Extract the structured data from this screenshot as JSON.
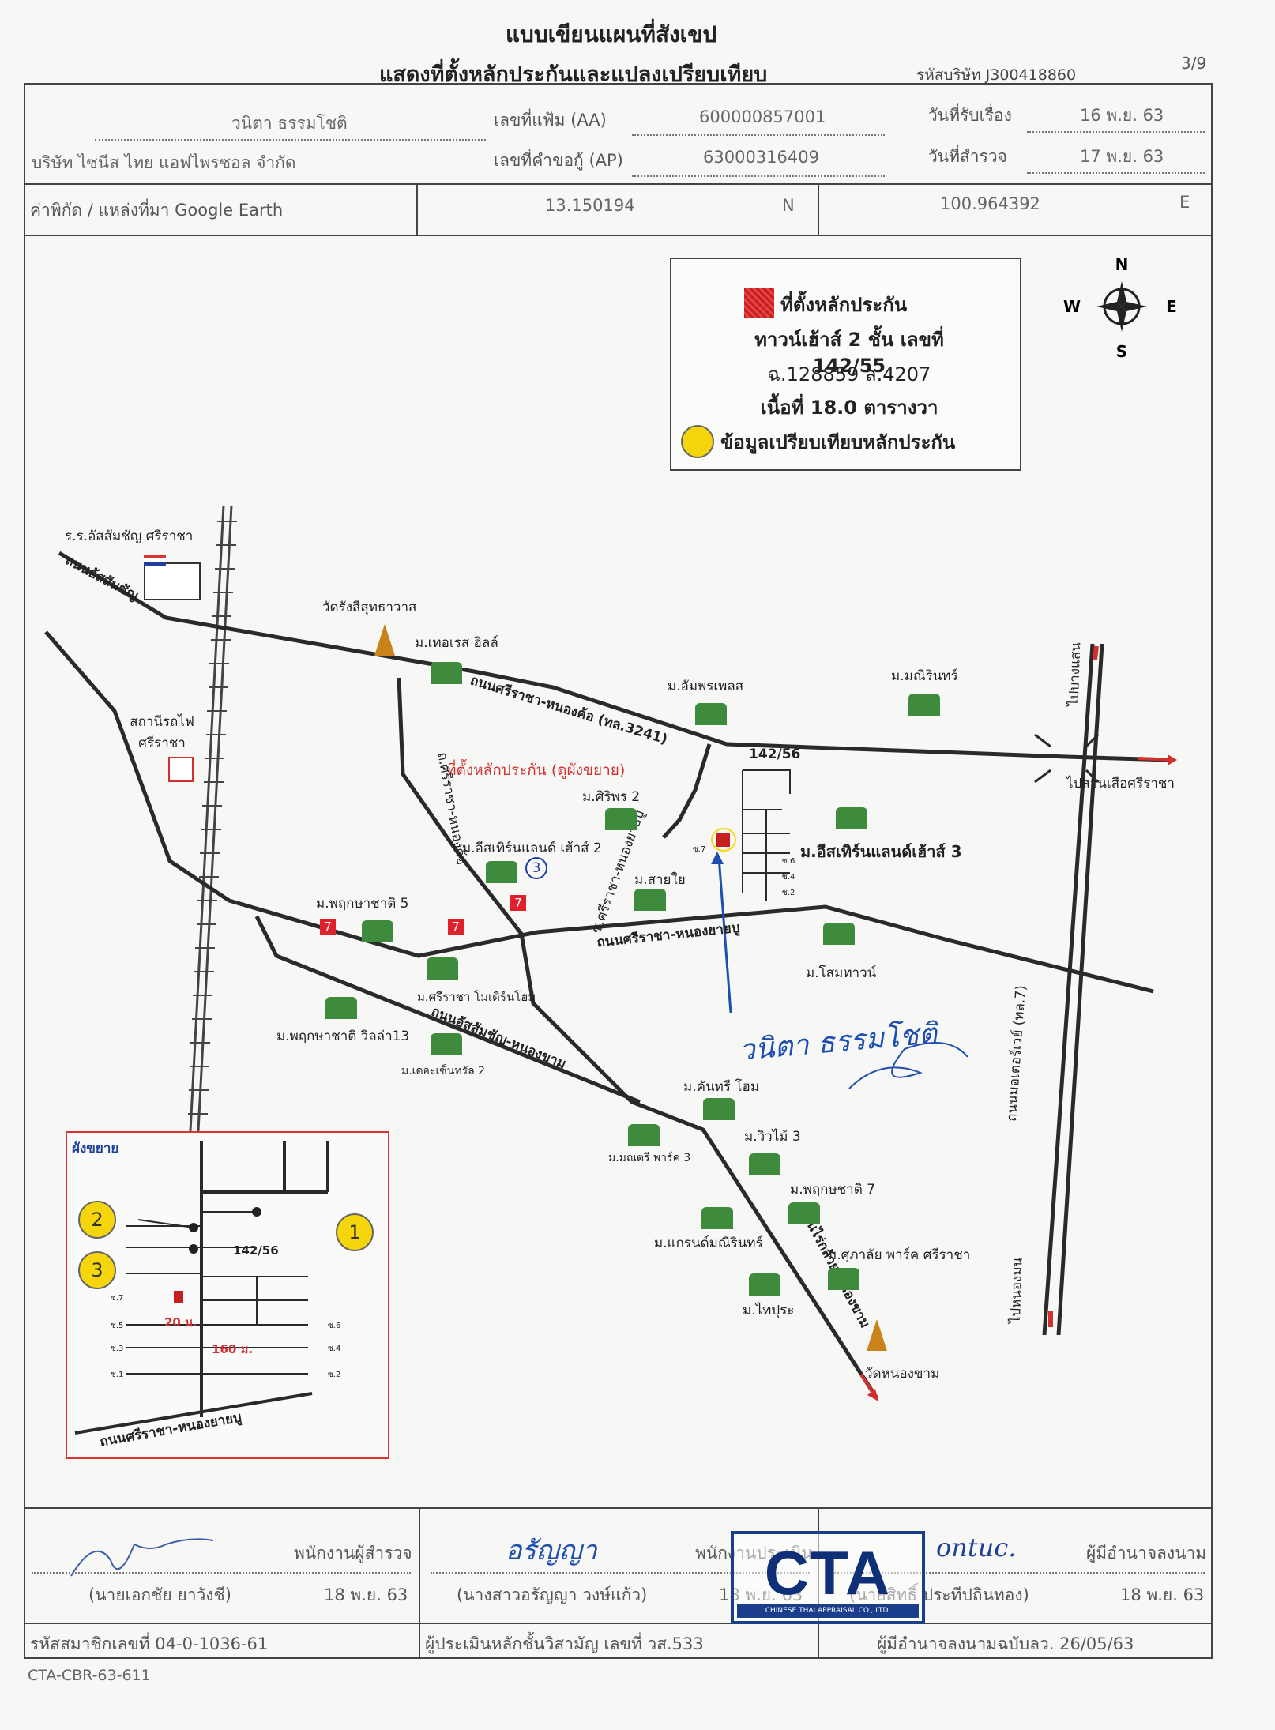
{
  "header": {
    "title": "แบบเขียนแผนที่สังเขป",
    "subtitle": "แสดงที่ตั้งหลักประกันและแปลงเปรียบเทียบ",
    "company_code": "รหัสบริษัท J300418860",
    "page": "3/9"
  },
  "info": {
    "name": "วนิตา ธรรมโชติ",
    "company": "บริษัท ไซนีส ไทย แอฟไพรซอล จำกัด",
    "file_label": "เลขที่แฟ้ม (AA)",
    "file_no": "600000857001",
    "request_label": "เลขที่คำขอกู้ (AP)",
    "request_no": "63000316409",
    "receive_label": "วันที่รับเรื่อง",
    "receive_date": "16 พ.ย. 63",
    "survey_label": "วันที่สำรวจ",
    "survey_date": "17 พ.ย. 63",
    "coord_label": "ค่าพิกัด / แหล่งที่มา Google Earth",
    "lat": "13.150194",
    "lat_dir": "N",
    "lon": "100.964392",
    "lon_dir": "E"
  },
  "compass": {
    "n": "N",
    "s": "S",
    "e": "E",
    "w": "W"
  },
  "legend": {
    "line1": "ที่ตั้งหลักประกัน",
    "line2": "ทาวน์เฮ้าส์ 2 ชั้น เลขที่ 142/55",
    "line3": "ฉ.128859 ล.4207",
    "line4": "เนื้อที่ 18.0 ตารางวา",
    "line5": "ข้อมูลเปรียบเทียบหลักประกัน"
  },
  "map": {
    "school": "ร.ร.อัสสัมชัญ ศรีราชา",
    "rd_assumption": "ถนนอัสสัมชัญ",
    "temple1": "วัดรังสีสุทธาวาส",
    "station": "สถานีรถไฟ ศรีราชา",
    "v_terrace": "ม.เทอเรส ฮิลล์",
    "rd_sriracha_nongkho": "ถนนศรีราชา-หนองค้อ (ทล.3241)",
    "v_ampornplace": "ม.อัมพรเพลส",
    "v_maneerin": "ม.มณีรินทร์",
    "to_bangkok": "ไปบางแสน",
    "to_zoo": "ไปสวนเสือศรีราชา",
    "site_label": "ที่ตั้งหลักประกัน (ดูผังขยาย)",
    "plot": "142/56",
    "v_siriporn": "ม.ศิริพร 2",
    "v_eastern2": "ม.อีสเทิร์นแลนด์ เฮ้าส์ 2",
    "v_eastern3": "ม.อีสเทิร์นแลนด์เฮ้าส์ 3",
    "v_saiyai": "ม.สายใย",
    "rd_nongkho_side": "ถ.ศรีราชา-หนองค้อ",
    "rd_soi": "ซ.ศรีราชา-หนองยายบู",
    "v_pruksa5": "ม.พฤกษาชาติ 5",
    "rd_sriracha_nongyaiboo": "ถนนศรีราชา-หนองยายบู",
    "v_somtown": "ม.โสมทาวน์",
    "v_sriracha_modern": "ม.ศรีราชา โมเดิร์นโฮม",
    "v_pruksa_villa": "ม.พฤกษาชาติ วิลล่า13",
    "v_central2": "ม.เดอะเซ็นทรัล 2",
    "rd_assumption_nongkham": "ถนนอัสสัมชัญ-หนองขาม",
    "rd_sukhumvit": "ถนนมอเตอร์เวย์ (ทล.7)",
    "v_kanthree": "ม.คันทรี โฮม",
    "v_wiwai3": "ม.วิวไม้ 3",
    "v_manee_park": "ม.มณตรี พาร์ค 3",
    "v_pruksa7": "ม.พฤกษชาติ 7",
    "v_grand": "ม.แกรนด์มณีรินทร์",
    "v_supalai": "ม.ศุภาลัย พาร์ค ศรีราชา",
    "v_thaiprasert": "ม.ไทปุระ",
    "rd_nongkham": "ถนนไร่กล้วย-หนองขาม",
    "to_nongmon": "ไปหนองมน",
    "temple2": "วัดหนองขาม",
    "mark_3": "3",
    "seven1": "7",
    "seven2": "7",
    "seven3": "7",
    "soi_labels": [
      "ซ.7",
      "ซ.6",
      "ซ.4",
      "ซ.2"
    ]
  },
  "inset": {
    "title": "ผังขยาย",
    "plot": "142/56",
    "dist1": "20 ม.",
    "dist2": "160 ม.",
    "road": "ถนนศรีราชา-หนองยายบู",
    "c1": "1",
    "c2": "2",
    "c3": "3",
    "sl": [
      "ซ.7",
      "ซ.5",
      "ซ.3",
      "ซ.1"
    ],
    "sr": [
      "ซ.6",
      "ซ.4",
      "ซ.2"
    ]
  },
  "signatures": {
    "surveyor_role": "พนักงานผู้สำรวจ",
    "surveyor_name": "(นายเอกชัย ยาวังชี)",
    "surveyor_date": "18 พ.ย. 63",
    "surveyor_member": "รหัสสมาชิกเลขที่ 04-0-1036-61",
    "evaluator_role": "พนักงานประเมิน",
    "evaluator_name": "(นางสาวอรัญญา วงษ์แก้ว)",
    "evaluator_date": "18 พ.ย. 63",
    "evaluator_license": "ผู้ประเมินหลักชั้นวิสามัญ เลขที่ วส.533",
    "authorized_role": "ผู้มีอำนาจลงนาม",
    "authorized_name": "(นายสิทธิ์ ประทีปถินทอง)",
    "authorized_date": "18 พ.ย. 63",
    "authorized_note": "ผู้มีอำนาจลงนามฉบับลว. 26/05/63",
    "evaluator_sig_text": "อรัญญา",
    "authorized_sig_text": "ontuc."
  },
  "stamp": {
    "text": "CTA",
    "sub": "CHINESE THAI APPRAISAL CO., LTD."
  },
  "footer": {
    "code": "CTA-CBR-63-611"
  },
  "colors": {
    "road": "#2a2a2a",
    "accent_red": "#d32f2f",
    "yellow": "#f5d50c",
    "ink_blue": "#1e4fb0",
    "stamp_blue": "#1a3d8c"
  }
}
